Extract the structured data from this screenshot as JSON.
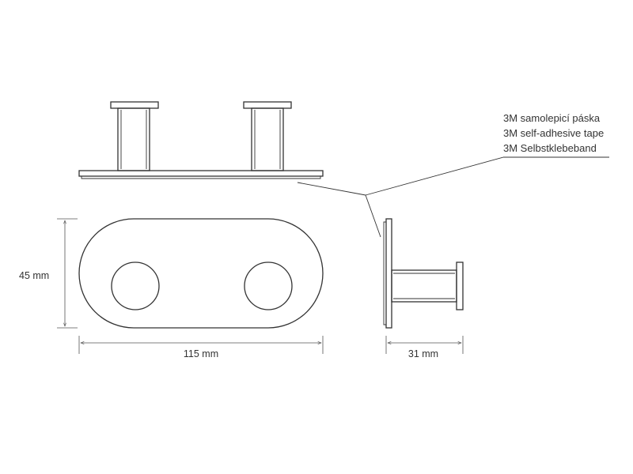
{
  "notes": {
    "tape_cs": "3M samolepicí páska",
    "tape_en": "3M self-adhesive tape",
    "tape_de": "3M Selbstklebeband"
  },
  "dimensions": {
    "height": "45 mm",
    "width": "115 mm",
    "depth": "31 mm"
  },
  "colors": {
    "line": "#333333",
    "background": "#ffffff"
  }
}
